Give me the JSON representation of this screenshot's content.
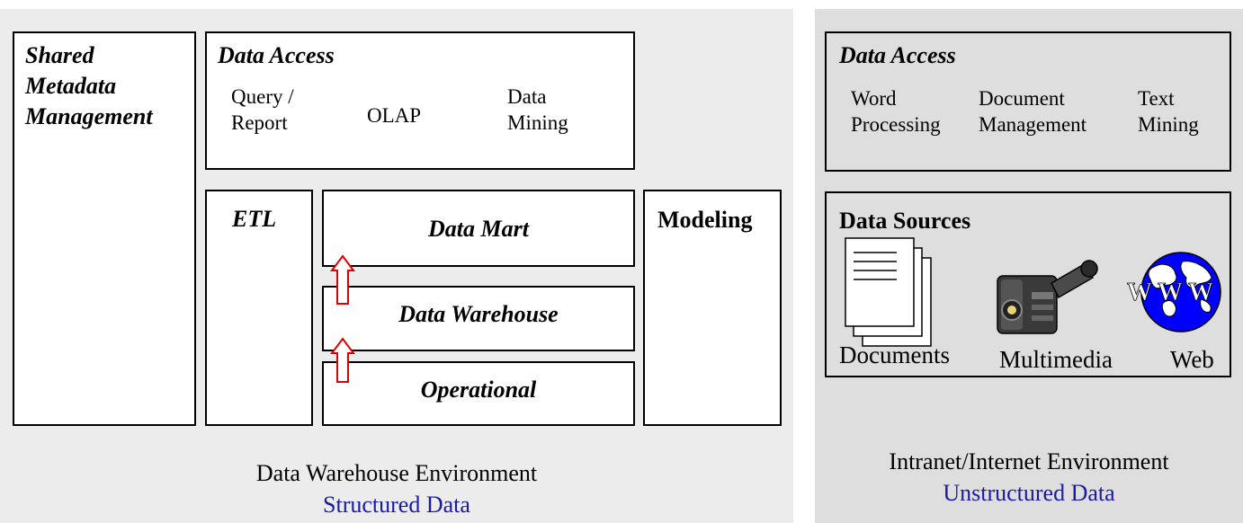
{
  "dw": {
    "shared_metadata": [
      "Shared",
      "Metadata",
      "Management"
    ],
    "data_access": {
      "title": "Data Access",
      "items": [
        [
          "Query /",
          "Report"
        ],
        [
          "OLAP"
        ],
        [
          "Data",
          "Mining"
        ]
      ]
    },
    "etl": "ETL",
    "data_mart": "Data Mart",
    "data_warehouse": "Data Warehouse",
    "operational": "Operational",
    "modeling": "Modeling",
    "caption": "Data Warehouse Environment",
    "subcaption": "Structured Data"
  },
  "web": {
    "data_access": {
      "title": "Data Access",
      "items": [
        [
          "Word",
          "Processing"
        ],
        [
          "Document",
          "Management"
        ],
        [
          "Text",
          "Mining"
        ]
      ]
    },
    "data_sources": {
      "title": "Data Sources",
      "items": [
        "Documents",
        "Multimedia",
        "Web"
      ],
      "globe_text": "W W W"
    },
    "caption": "Intranet/Internet Environment",
    "subcaption": "Unstructured Data"
  },
  "colors": {
    "left_bg": "#ececec",
    "right_bg": "#dedede",
    "subtitle": "#1a1aa6",
    "arrow": "#e00000",
    "globe_ocean": "#0000ff"
  },
  "icons": [
    "document-stack-icon",
    "camcorder-icon",
    "globe-icon",
    "up-arrow-icon"
  ]
}
